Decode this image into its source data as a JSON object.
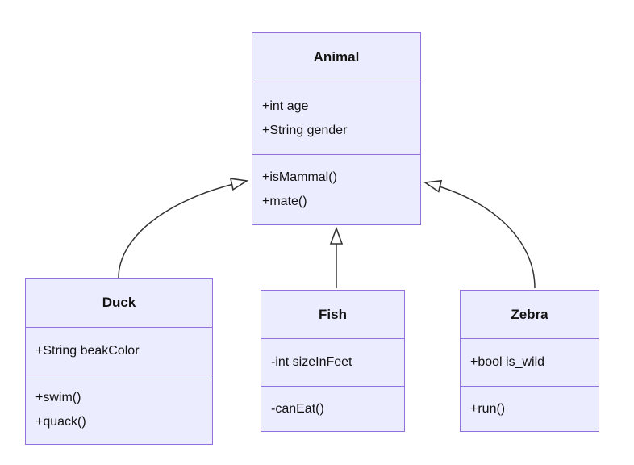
{
  "diagram": {
    "type": "uml-class-diagram",
    "colors": {
      "node_fill": "#ECECFF",
      "node_border": "#9370DB",
      "edge_line": "#333333",
      "text": "#131313",
      "background": "#ffffff"
    },
    "classes": [
      {
        "name": "Animal",
        "attributes": [
          "+int age",
          "+String gender"
        ],
        "methods": [
          "+isMammal()",
          "+mate()"
        ]
      },
      {
        "name": "Duck",
        "attributes": [
          "+String beakColor"
        ],
        "methods": [
          "+swim()",
          "+quack()"
        ]
      },
      {
        "name": "Fish",
        "attributes": [
          "-int sizeInFeet"
        ],
        "methods": [
          "-canEat()"
        ]
      },
      {
        "name": "Zebra",
        "attributes": [
          "+bool is_wild"
        ],
        "methods": [
          "+run()"
        ]
      }
    ],
    "relationships": [
      {
        "from": "Duck",
        "to": "Animal",
        "type": "inheritance",
        "arrowhead": "hollow-triangle"
      },
      {
        "from": "Fish",
        "to": "Animal",
        "type": "inheritance",
        "arrowhead": "hollow-triangle"
      },
      {
        "from": "Zebra",
        "to": "Animal",
        "type": "inheritance",
        "arrowhead": "hollow-triangle"
      }
    ]
  }
}
